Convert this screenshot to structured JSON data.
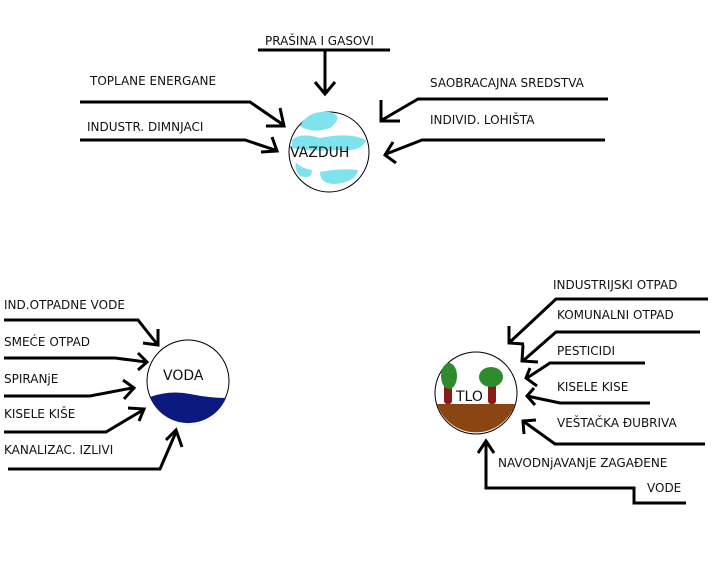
{
  "colors": {
    "air_blue": "#7fe3ee",
    "water_blue": "#0c1a80",
    "soil_brown": "#8b4513",
    "tree_green": "#2e8b2e",
    "trunk_red": "#8b1a1a"
  },
  "air": {
    "title": "VAZDUH",
    "sources": [
      "PRAŠINA I GASOVI",
      "TOPLANE ENERGANE",
      "INDUSTR. DIMNJACI",
      "SAOBRACAJNA SREDSTVA",
      "INDIVID. LOHIŠTA"
    ]
  },
  "water": {
    "title": "VODA",
    "sources": [
      "IND.OTPADNE VODE",
      "SMEĆE OTPAD",
      "SPIRANjE",
      "KISELE KIŠE",
      "KANALIZAC. IZLIVI"
    ]
  },
  "soil": {
    "title": "TLO",
    "sources": [
      "INDUSTRIJSKI OTPAD",
      "KOMUNALNI OTPAD",
      "PESTICIDI",
      "KISELE KISE",
      "VEŠTAČKA ĐUBRIVA",
      "NAVODNjAVANjE ZAGAĐENE",
      "VODE"
    ]
  }
}
